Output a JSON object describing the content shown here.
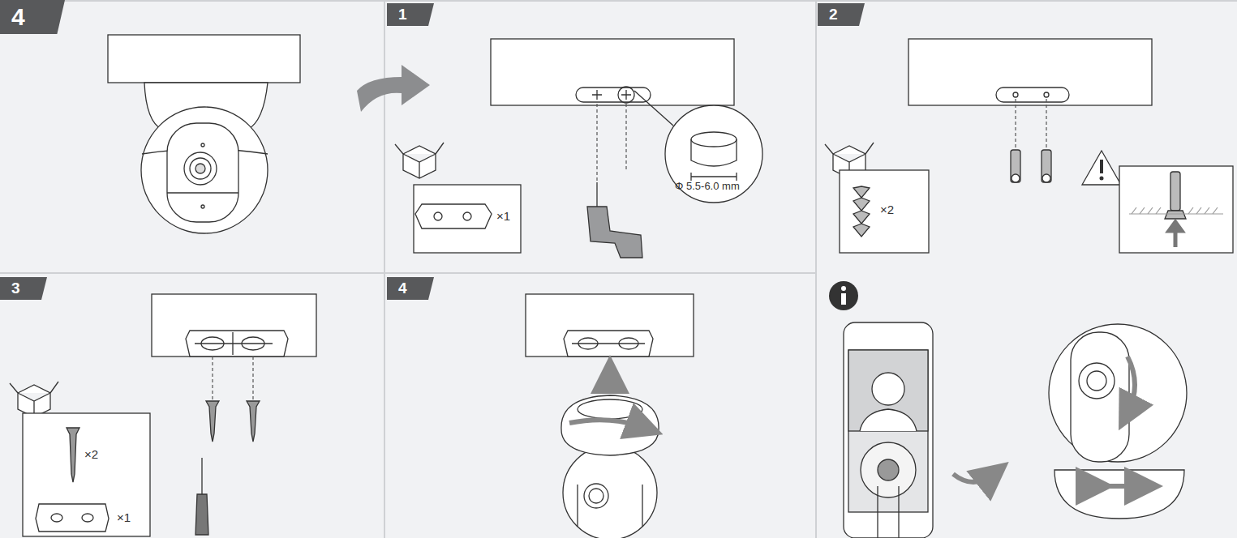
{
  "diagram": {
    "nodes": [
      {
        "text": [
          "4"
        ]
      },
      {
        "text": [
          "1"
        ]
      },
      {
        "text": [
          "2"
        ]
      },
      {
        "text": [
          "3"
        ]
      },
      {
        "text": [
          "4"
        ]
      }
    ],
    "labels": [
      "Φ 5.5-6.0 mm",
      "×1",
      "×2",
      "×2",
      "×1"
    ]
  }
}
